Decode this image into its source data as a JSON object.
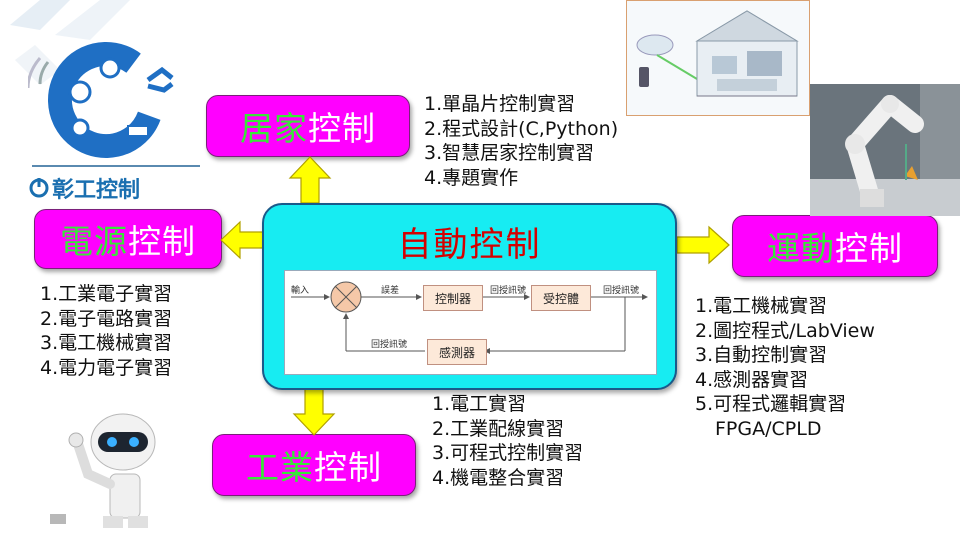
{
  "logo": {
    "brand_text": "彰工控制",
    "power_icon": "power-icon"
  },
  "center": {
    "title": "自動控制",
    "block_diagram": {
      "input_label": "輸入",
      "error_label": "誤差",
      "controller": "控制器",
      "plant": "受控體",
      "sensor": "感測器",
      "feedback_signal_1": "回授訊號",
      "feedback_signal_2": "回授訊號",
      "feedback_signal_3": "回授訊號"
    }
  },
  "nodes": {
    "home": {
      "green": "居家",
      "white": "控制"
    },
    "power": {
      "green": "電源",
      "white": "控制"
    },
    "motion": {
      "green": "運動",
      "white": "控制"
    },
    "industrial": {
      "green": "工業",
      "white": "控制"
    }
  },
  "lists": {
    "home": [
      "1.單晶片控制實習",
      "2.程式設計(C,Python)",
      "3.智慧居家控制實習",
      "4.專題實作"
    ],
    "power": [
      "1.工業電子實習",
      "2.電子電路實習",
      "3.電工機械實習",
      "4.電力電子實習"
    ],
    "motion": [
      "1.電工機械實習",
      "2.圖控程式/LabView",
      "3.自動控制實習",
      "4.感測器實習",
      "5.可程式邏輯實習",
      "FPGA/CPLD"
    ],
    "industrial": [
      "1.電工實習",
      "2.工業配線實習",
      "3.可程式控制實習",
      "4.機電整合實習"
    ]
  },
  "colors": {
    "node_bg": "#ff00ff",
    "node_green": "#39e639",
    "arrow": "#ffff00",
    "center_bg": "#17ecf2",
    "center_title": "#d40000"
  },
  "images": {
    "house": "smart-house-illustration",
    "robot_arm": "industrial-robot-arm-photo",
    "robot": "cartoon-robot"
  }
}
